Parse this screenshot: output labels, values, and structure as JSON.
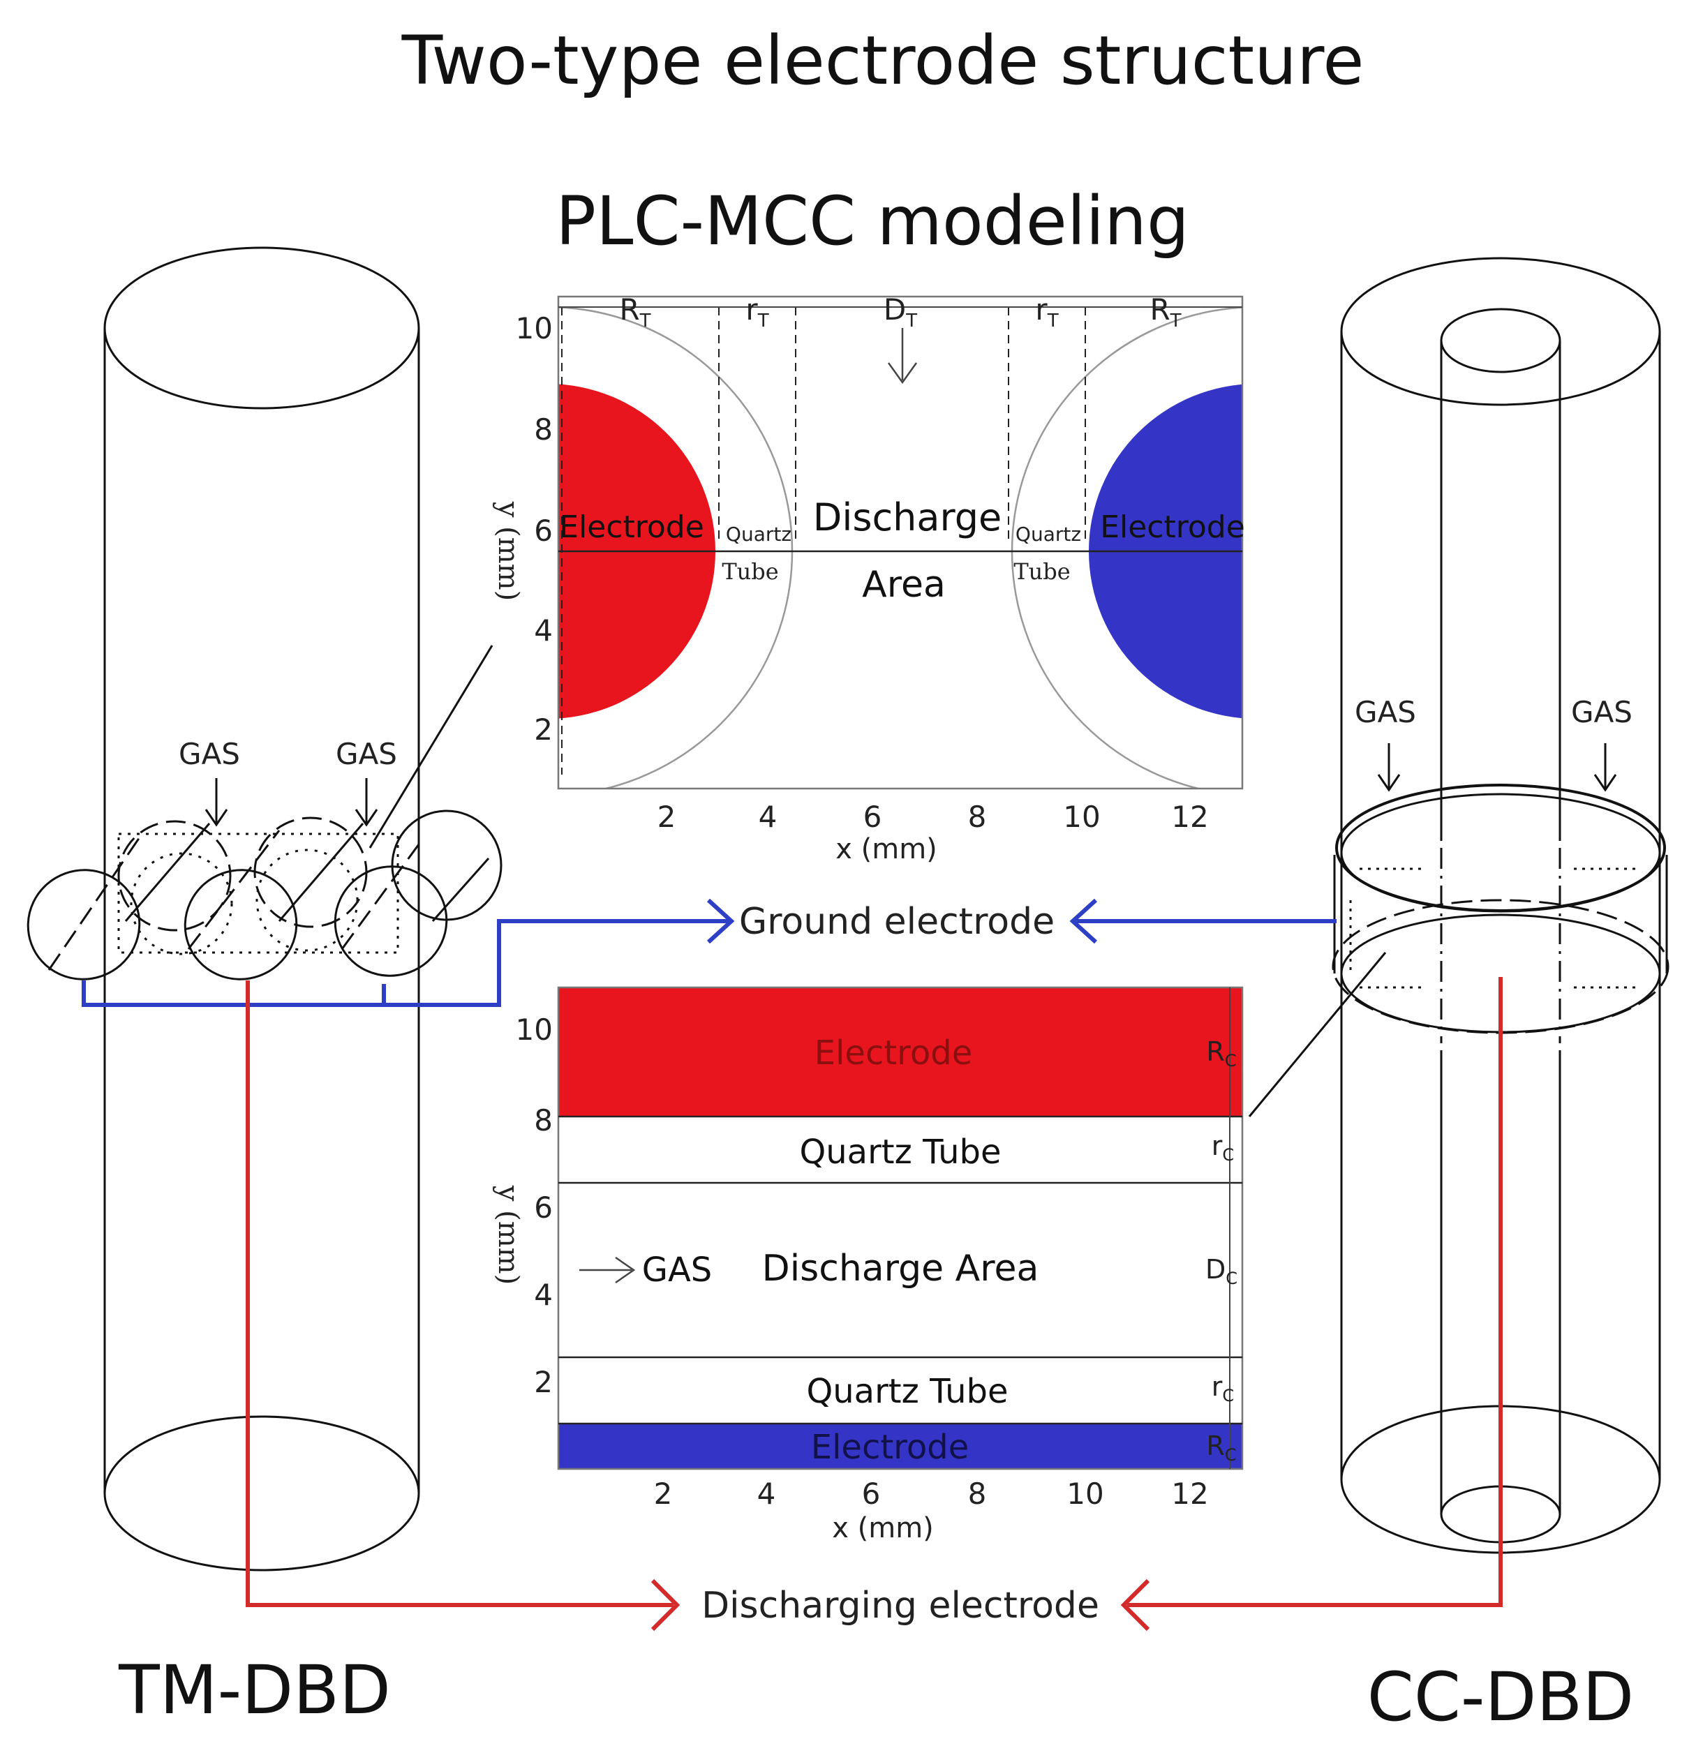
{
  "title": "Two-type electrode structure",
  "subtitle": "PLC-MCC modeling",
  "left_label": "TM-DBD",
  "right_label": "CC-DBD",
  "ground_label": "Ground electrode",
  "discharging_label": "Discharging electrode",
  "gas_label": "GAS",
  "colors": {
    "red": "#e8141e",
    "blue": "#3434c6",
    "wire_red": "#d32a2a",
    "wire_blue": "#2d3fc4"
  },
  "top_panel": {
    "xlabel": "x (mm)",
    "ylabel": "y (mm)",
    "x_ticks": [
      "2",
      "4",
      "6",
      "8",
      "10",
      "12"
    ],
    "y_ticks": [
      "10",
      "8",
      "6",
      "4",
      "2"
    ],
    "dims": {
      "RT": "R",
      "rT": "r",
      "DT": "D",
      "sub": "T"
    },
    "electrode_label": "Electrode",
    "quartz_label": "Quartz",
    "tube_label": "Tube",
    "discharge_label": "Discharge",
    "area_label": "Area"
  },
  "bottom_panel": {
    "xlabel": "x (mm)",
    "ylabel": "y (mm)",
    "x_ticks": [
      "2",
      "4",
      "6",
      "8",
      "10",
      "12"
    ],
    "y_ticks": [
      "10",
      "8",
      "6",
      "4",
      "2"
    ],
    "electrode_label": "Electrode",
    "quartz_tube_label": "Quartz Tube",
    "discharge_area_label": "Discharge Area",
    "gas_arrow_label": "GAS",
    "dims": {
      "R": "R",
      "r": "r",
      "D": "D",
      "sub": "C"
    }
  }
}
